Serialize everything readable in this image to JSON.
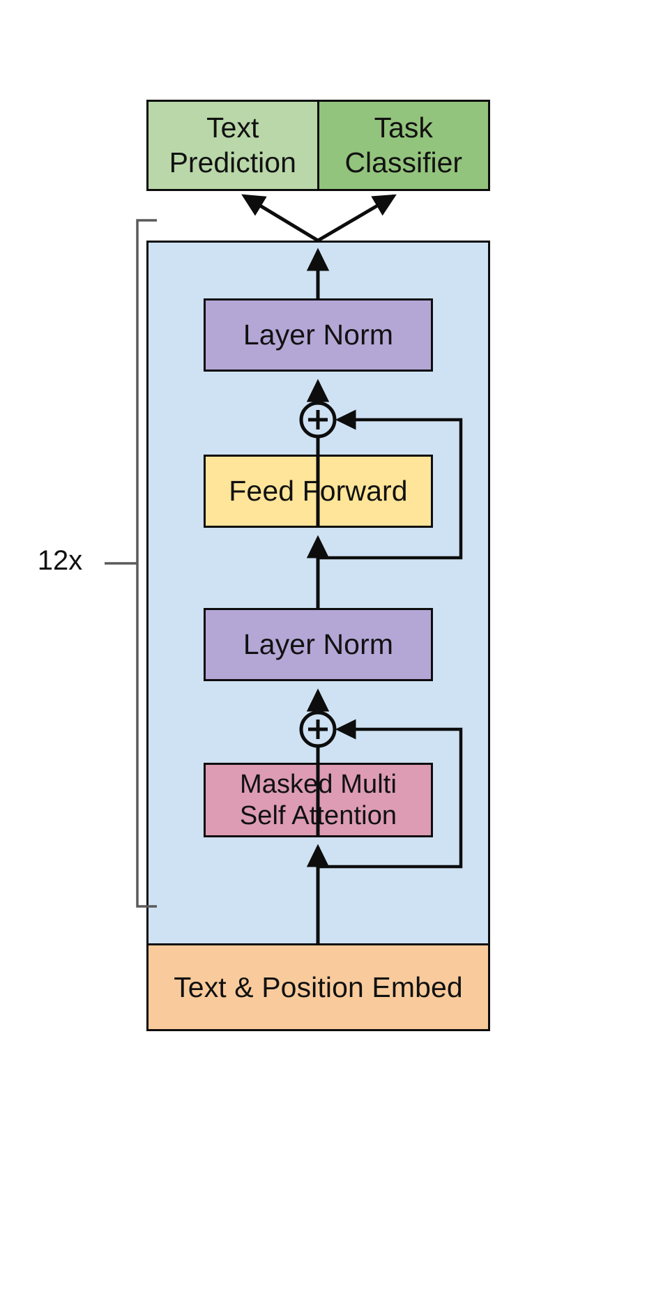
{
  "diagram": {
    "title": "Transformer decoder architecture with task heads",
    "background": "#ffffff"
  },
  "heads": {
    "text_prediction": {
      "label": "Text\nPrediction",
      "color": "#b9d7a8"
    },
    "task_classifier": {
      "label": "Task\nClassifier",
      "color": "#93c47d"
    }
  },
  "block": {
    "color": "#cfe2f3",
    "repeat_label": "12x",
    "nodes": {
      "layer_norm_top": {
        "label": "Layer Norm",
        "color": "#b4a7d6"
      },
      "feed_forward": {
        "label": "Feed Forward",
        "color": "#ffe599"
      },
      "layer_norm_bottom": {
        "label": "Layer Norm",
        "color": "#b4a7d6"
      },
      "masked_attention": {
        "label": "Masked Multi\nSelf Attention",
        "color": "#dd9cb4"
      }
    },
    "residual_add_top": {
      "label": "+",
      "name": "add-operator"
    },
    "residual_add_bottom": {
      "label": "+",
      "name": "add-operator"
    }
  },
  "input": {
    "text_position_embed": {
      "label": "Text & Position Embed",
      "color": "#f9cb9c"
    }
  },
  "edges": [
    {
      "from": "text-position-embed",
      "to": "masked-attention"
    },
    {
      "from": "masked-attention",
      "to": "residual-add-bottom"
    },
    {
      "from": "residual-add-bottom",
      "to": "layer-norm-bottom"
    },
    {
      "from": "layer-norm-bottom",
      "to": "residual-add-top"
    },
    {
      "from": "residual-add-top",
      "to": "layer-norm-top"
    },
    {
      "from": "layer-norm-top",
      "to": "text-prediction"
    },
    {
      "from": "layer-norm-top",
      "to": "task-classifier"
    },
    {
      "from": "attention-input",
      "to": "residual-add-bottom",
      "kind": "residual"
    },
    {
      "from": "feed-forward-input",
      "to": "residual-add-top",
      "kind": "residual"
    }
  ],
  "colors": {
    "stroke": "#0d0d0d",
    "bracket": "#5a5a5a",
    "canvas": "#ffffff"
  }
}
